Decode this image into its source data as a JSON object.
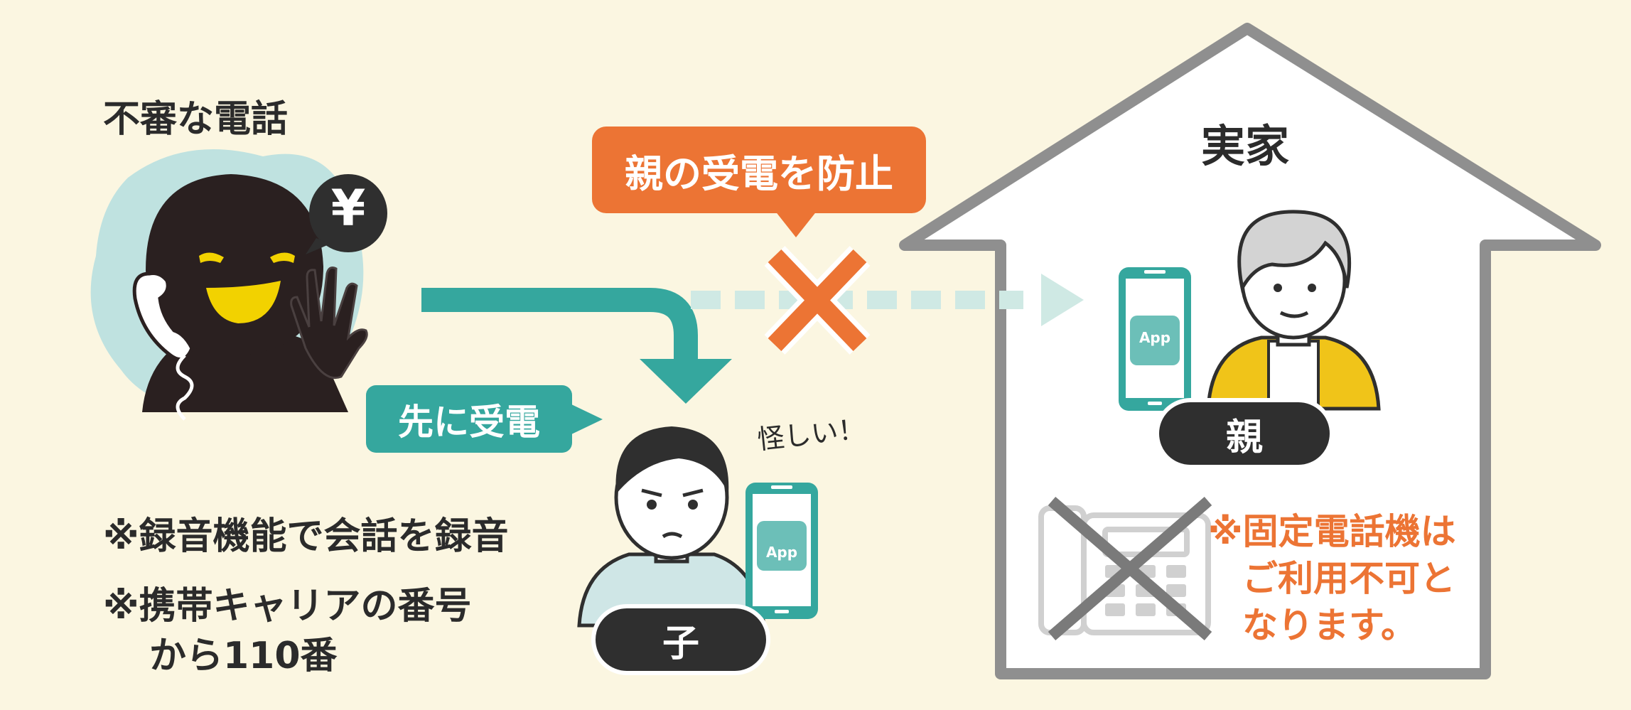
{
  "caller": {
    "title": "不審な電話",
    "yen_symbol": "¥"
  },
  "callouts": {
    "block": "親の受電を防止",
    "intercept": "先に受電"
  },
  "house": {
    "label": "実家",
    "parent_badge": "親",
    "landline_note": [
      "※固定電話機は",
      "ご利用不可と",
      "なります。"
    ]
  },
  "child": {
    "badge": "子",
    "thought": "怪しい！"
  },
  "app_label": "App",
  "notes": {
    "recording": "※録音機能で会話を録音",
    "carrier_line1": "※携帯キャリアの番号",
    "carrier_line2": "から110番"
  },
  "colors": {
    "background": "#fbf6e1",
    "teal": "#35a79e",
    "teal_light": "#cfe9e4",
    "orange": "#ec7434",
    "dark": "#2f2f2f",
    "house_outline": "#8f8f8f",
    "parent_jacket": "#f0c419"
  }
}
